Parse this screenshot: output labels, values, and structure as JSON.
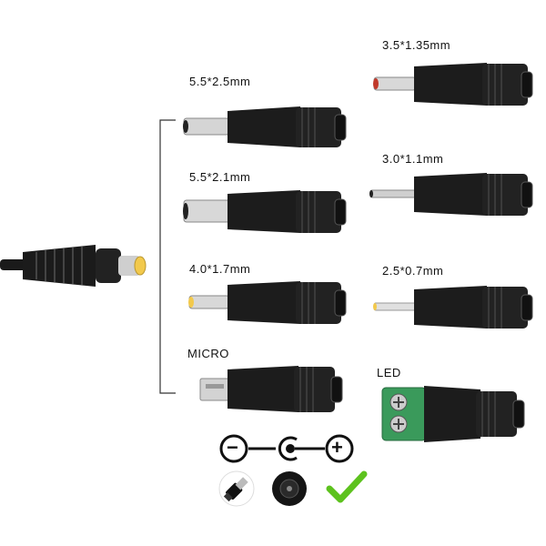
{
  "adapters": {
    "a1": {
      "label": "5.5*2.5mm"
    },
    "a2": {
      "label": "5.5*2.1mm"
    },
    "a3": {
      "label": "4.0*1.7mm"
    },
    "a4": {
      "label": "MICRO"
    },
    "b1": {
      "label": "3.5*1.35mm"
    },
    "b2": {
      "label": "3.0*1.1mm"
    },
    "b3": {
      "label": "2.5*0.7mm"
    },
    "led": {
      "label": "LED"
    }
  },
  "polarity": {
    "minus": "−",
    "plus": "+"
  },
  "colors": {
    "body": "#1a1a1a",
    "tip_gold": "#f2c94c",
    "check": "#5dc21e",
    "terminal": "#3a9a5b"
  },
  "icons": [
    "cable-plug-icon",
    "bracket-icon",
    "polarity-symbol-icon",
    "plug-thumbnail-icon",
    "socket-thumbnail-icon",
    "check-icon"
  ]
}
